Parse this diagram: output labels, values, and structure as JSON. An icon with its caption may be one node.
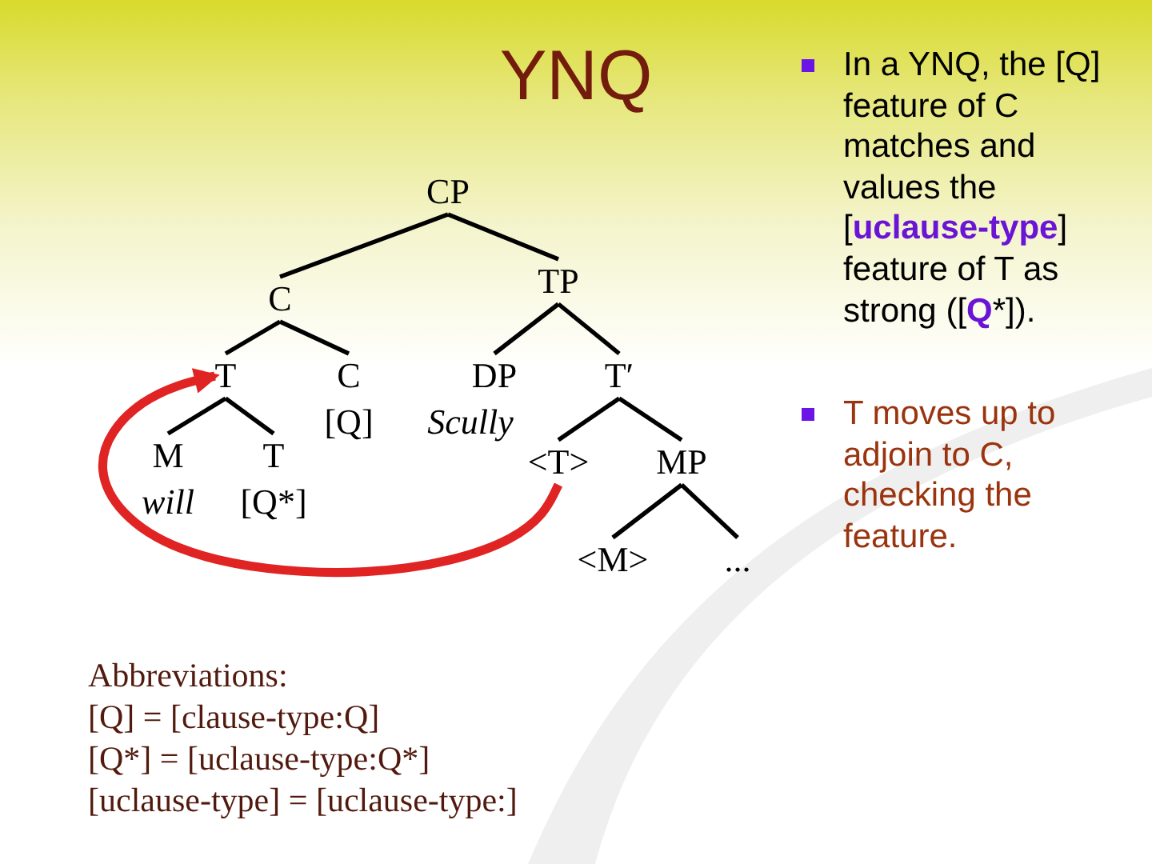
{
  "diagram": {
    "title": "YNQ",
    "nodes": [
      {
        "text": [
          "CP"
        ]
      },
      {
        "text": [
          "C"
        ]
      },
      {
        "text": [
          "TP"
        ]
      },
      {
        "text": [
          "T"
        ]
      },
      {
        "text": [
          "C",
          "[Q]"
        ]
      },
      {
        "text": [
          "DP",
          "Scully"
        ]
      },
      {
        "text": [
          "T′"
        ]
      },
      {
        "text": [
          "M",
          "will"
        ]
      },
      {
        "text": [
          "T",
          "[Q*]"
        ]
      },
      {
        "text": [
          "<T>"
        ]
      },
      {
        "text": [
          "MP"
        ]
      },
      {
        "text": [
          "<M>"
        ]
      },
      {
        "text": [
          "..."
        ]
      }
    ],
    "edges": [
      {
        "from": 0,
        "to": 1,
        "arrow": "none"
      },
      {
        "from": 0,
        "to": 2,
        "arrow": "none"
      },
      {
        "from": 1,
        "to": 3,
        "arrow": "none"
      },
      {
        "from": 1,
        "to": 4,
        "arrow": "none"
      },
      {
        "from": 2,
        "to": 5,
        "arrow": "none"
      },
      {
        "from": 2,
        "to": 6,
        "arrow": "none"
      },
      {
        "from": 3,
        "to": 7,
        "arrow": "none"
      },
      {
        "from": 3,
        "to": 8,
        "arrow": "none"
      },
      {
        "from": 6,
        "to": 9,
        "arrow": "none"
      },
      {
        "from": 6,
        "to": 10,
        "arrow": "none"
      },
      {
        "from": 10,
        "to": 11,
        "arrow": "none"
      },
      {
        "from": 10,
        "to": 12,
        "arrow": "none"
      },
      {
        "from": 9,
        "to": 3,
        "arrow": "to",
        "style": "thick",
        "color": "#e02424"
      }
    ],
    "labels": [
      "In a YNQ, the [Q] feature of C matches and values the [**uclause-type**] feature of T as strong ([**Q***]).",
      "T moves up to adjoin to C, checking the feature.",
      "Abbreviations:",
      "[Q] = [clause-type:Q]",
      "[Q*] = [uclause-type:Q*]",
      "[uclause-type] = [uclause-type:]"
    ]
  }
}
